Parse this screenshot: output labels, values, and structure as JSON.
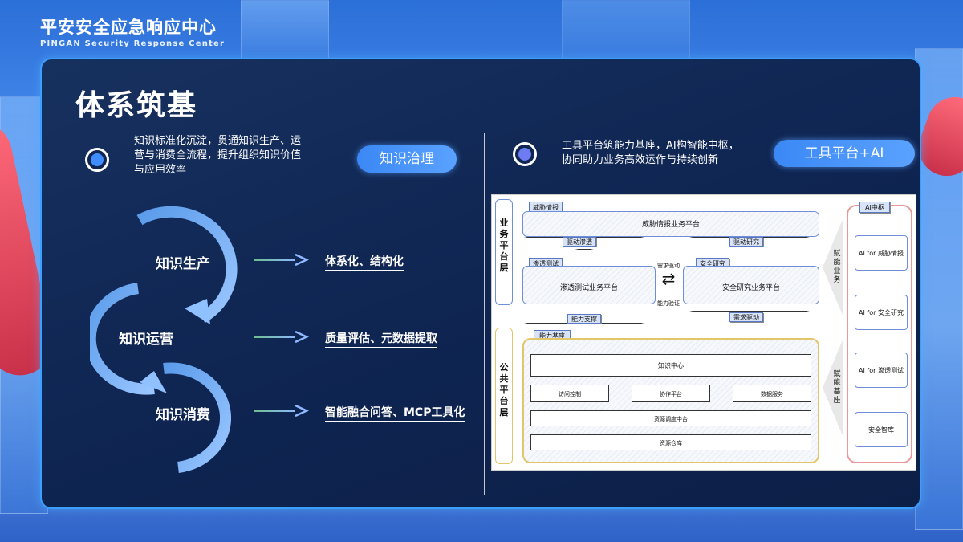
{
  "brand": {
    "name_cn": "平安安全应急响应中心",
    "name_en": "PINGAN Security Response Center"
  },
  "page": {
    "title": "体系筑基"
  },
  "left": {
    "description": "知识标准化沉淀，贯通知识生产、运营与消费全流程，提升组织知识价值与应用效率",
    "description_lines": [
      "知识标准化沉淀，贯通知识生产、运",
      "营与消费全流程，提升组织知识价值",
      "与应用效率"
    ],
    "badge": "知识治理",
    "cycle": [
      {
        "stage": "知识生产",
        "output": "体系化、结构化"
      },
      {
        "stage": "知识运营",
        "output": "质量评估、元数据提取"
      },
      {
        "stage": "知识消费",
        "output": "智能融合问答、MCP工具化"
      }
    ]
  },
  "right": {
    "description_lines": [
      "工具平台筑能力基座，AI构智能中枢，",
      "协同助力业务高效运作与持续创新"
    ],
    "badge": "工具平台+AI",
    "diagram": {
      "business_layer_label": "业务平台层",
      "public_layer_label": "公共平台层",
      "threat_intel_tag": "威胁情报",
      "threat_intel_platform": "威胁情报业务平台",
      "drive_pentest": "驱动渗透",
      "drive_research": "驱动研究",
      "pentest_tag": "渗透测试",
      "pentest_platform": "渗透测试业务平台",
      "research_tag": "安全研究",
      "research_platform": "安全研究业务平台",
      "demand_driven_top": "需求驱动",
      "capability_verify": "能力验证",
      "capability_support": "能力支撑",
      "demand_driven": "需求驱动",
      "capability_base_tag": "能力基座",
      "knowledge_center": "知识中心",
      "access_control": "访问控制",
      "collab_platform": "协作平台",
      "data_service": "数据服务",
      "resource_scheduling": "资源调度中台",
      "resource_repo": "资源仓库",
      "empower_business": "赋能业务",
      "empower_base": "赋能基座",
      "ai_hub_tag": "AI中枢",
      "ai_items": [
        "AI for 威胁情报",
        "AI for 安全研究",
        "AI for 渗透测试",
        "安全智库"
      ]
    }
  }
}
